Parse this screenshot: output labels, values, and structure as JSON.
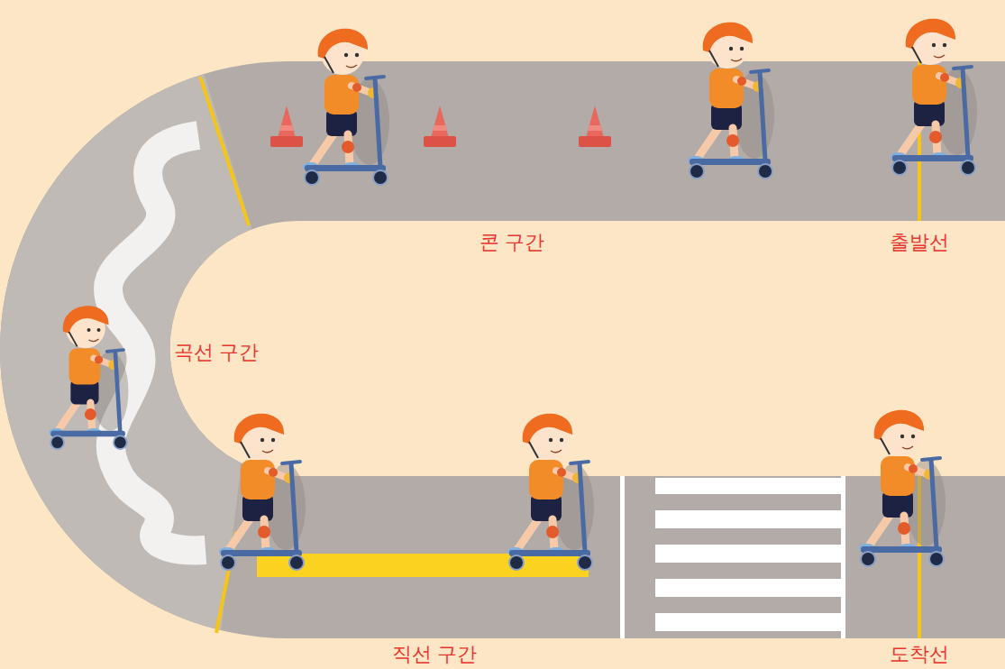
{
  "diagram": {
    "labels": [
      "콘 구간",
      "출발선",
      "곡선 구간",
      "직선 구간",
      "도착선"
    ]
  }
}
